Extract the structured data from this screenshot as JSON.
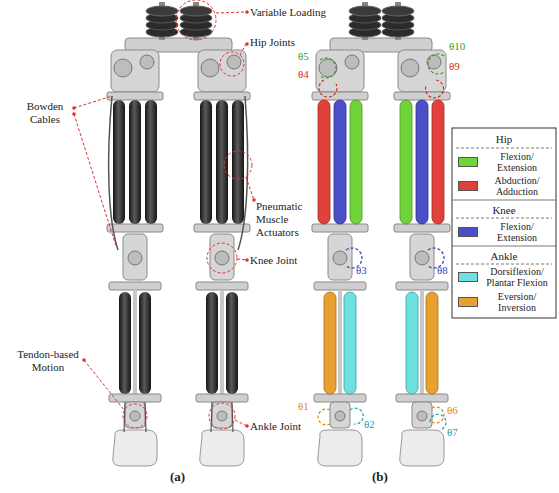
{
  "diagram": {
    "labels": [
      "Variable Loading",
      "Hip Joints",
      "Bowden Cables",
      "Pneumatic Muscle Actuators",
      "Knee Joint",
      "Tendon-based Motion",
      "Ankle Joint",
      "(a)",
      "θ5",
      "θ4",
      "θ10",
      "θ9",
      "θ3",
      "θ8",
      "θ1",
      "θ2",
      "θ6",
      "θ7",
      "(b)",
      "Hip",
      "Knee",
      "Ankle"
    ],
    "legend": [
      {
        "text": "Flexion/ Extension",
        "color": "#6fd43a"
      },
      {
        "text": "Abduction/ Adduction",
        "color": "#e0413a"
      },
      {
        "text": "Flexion/ Extension",
        "color": "#4b4fc8"
      },
      {
        "text": "Dorsiflexion/ Plantar Flexion",
        "color": "#6fe0e0"
      },
      {
        "text": "Eversion/ Inversion",
        "color": "#e8a030"
      }
    ]
  }
}
